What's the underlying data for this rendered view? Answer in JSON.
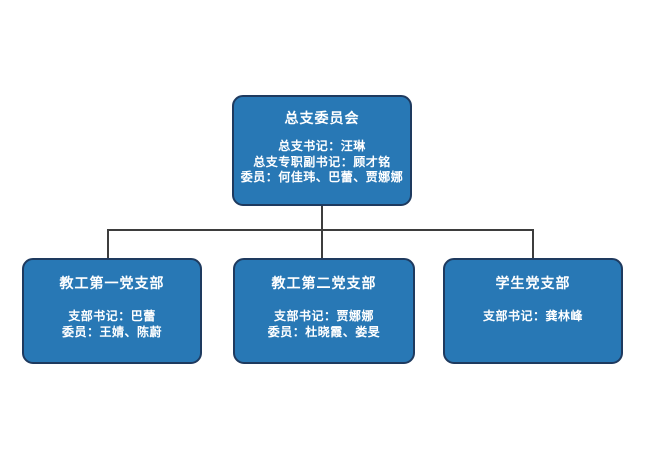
{
  "diagram": {
    "type": "org-chart",
    "root": {
      "title": "总支委员会",
      "lines": [
        "总支书记：汪琳",
        "总支专职副书记：顾才铭",
        "委员：何佳玮、巴蕾、贾娜娜"
      ]
    },
    "branches": [
      {
        "title": "教工第一党支部",
        "lines": [
          "支部书记：巴蕾",
          "委员：王婧、陈蔚"
        ]
      },
      {
        "title": "教工第二党支部",
        "lines": [
          "支部书记：贾娜娜",
          "委员：杜晓霞、娄旻"
        ]
      },
      {
        "title": "学生党支部",
        "lines": [
          "支部书记：龚林峰"
        ]
      }
    ],
    "colors": {
      "box_fill": "#2878b5",
      "box_border": "#1e3a5f",
      "connector": "#3d3d3d",
      "text": "#ffffff",
      "background": "#ffffff"
    }
  }
}
